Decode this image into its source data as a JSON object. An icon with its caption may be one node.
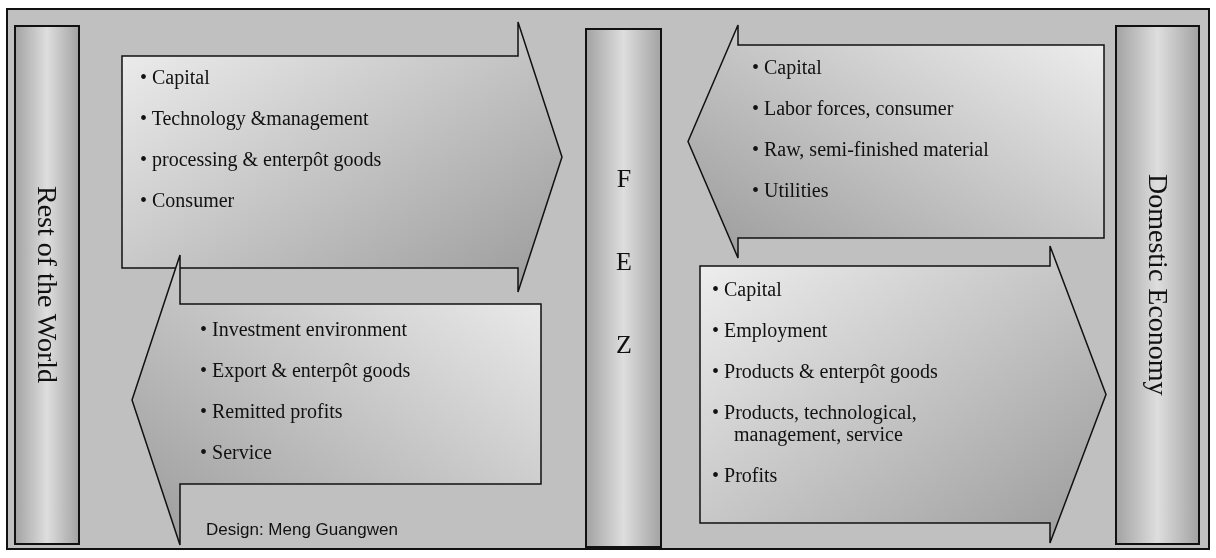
{
  "diagram": {
    "nodes": [
      {
        "text": [
          "Rest of the World"
        ]
      },
      {
        "text": [
          "• Capital",
          "• Technology &management",
          "• processing & enterpôt goods",
          "• Consumer"
        ]
      },
      {
        "text": [
          "FEZ"
        ]
      },
      {
        "text": [
          "• Capital",
          "• Labor forces, consumer",
          "• Raw, semi-finished material",
          "• Utilities"
        ]
      },
      {
        "text": [
          "Domestic Economy"
        ]
      },
      {
        "text": [
          "• Investment environment",
          "• Export & enterpôt goods",
          "• Remitted profits",
          "• Service"
        ]
      },
      {
        "text": [
          "• Capital",
          "• Employment",
          "• Products & enterpôt goods",
          "• Products, technological, management, service",
          "• Profits"
        ]
      }
    ],
    "edges": [
      {
        "from": 0,
        "to": 2,
        "arrow": "to"
      },
      {
        "from": 4,
        "to": 2,
        "arrow": "to"
      },
      {
        "from": 2,
        "to": 0,
        "arrow": "to"
      },
      {
        "from": 2,
        "to": 4,
        "arrow": "to"
      }
    ],
    "labels": [
      "Design: Meng Guangwen"
    ]
  }
}
